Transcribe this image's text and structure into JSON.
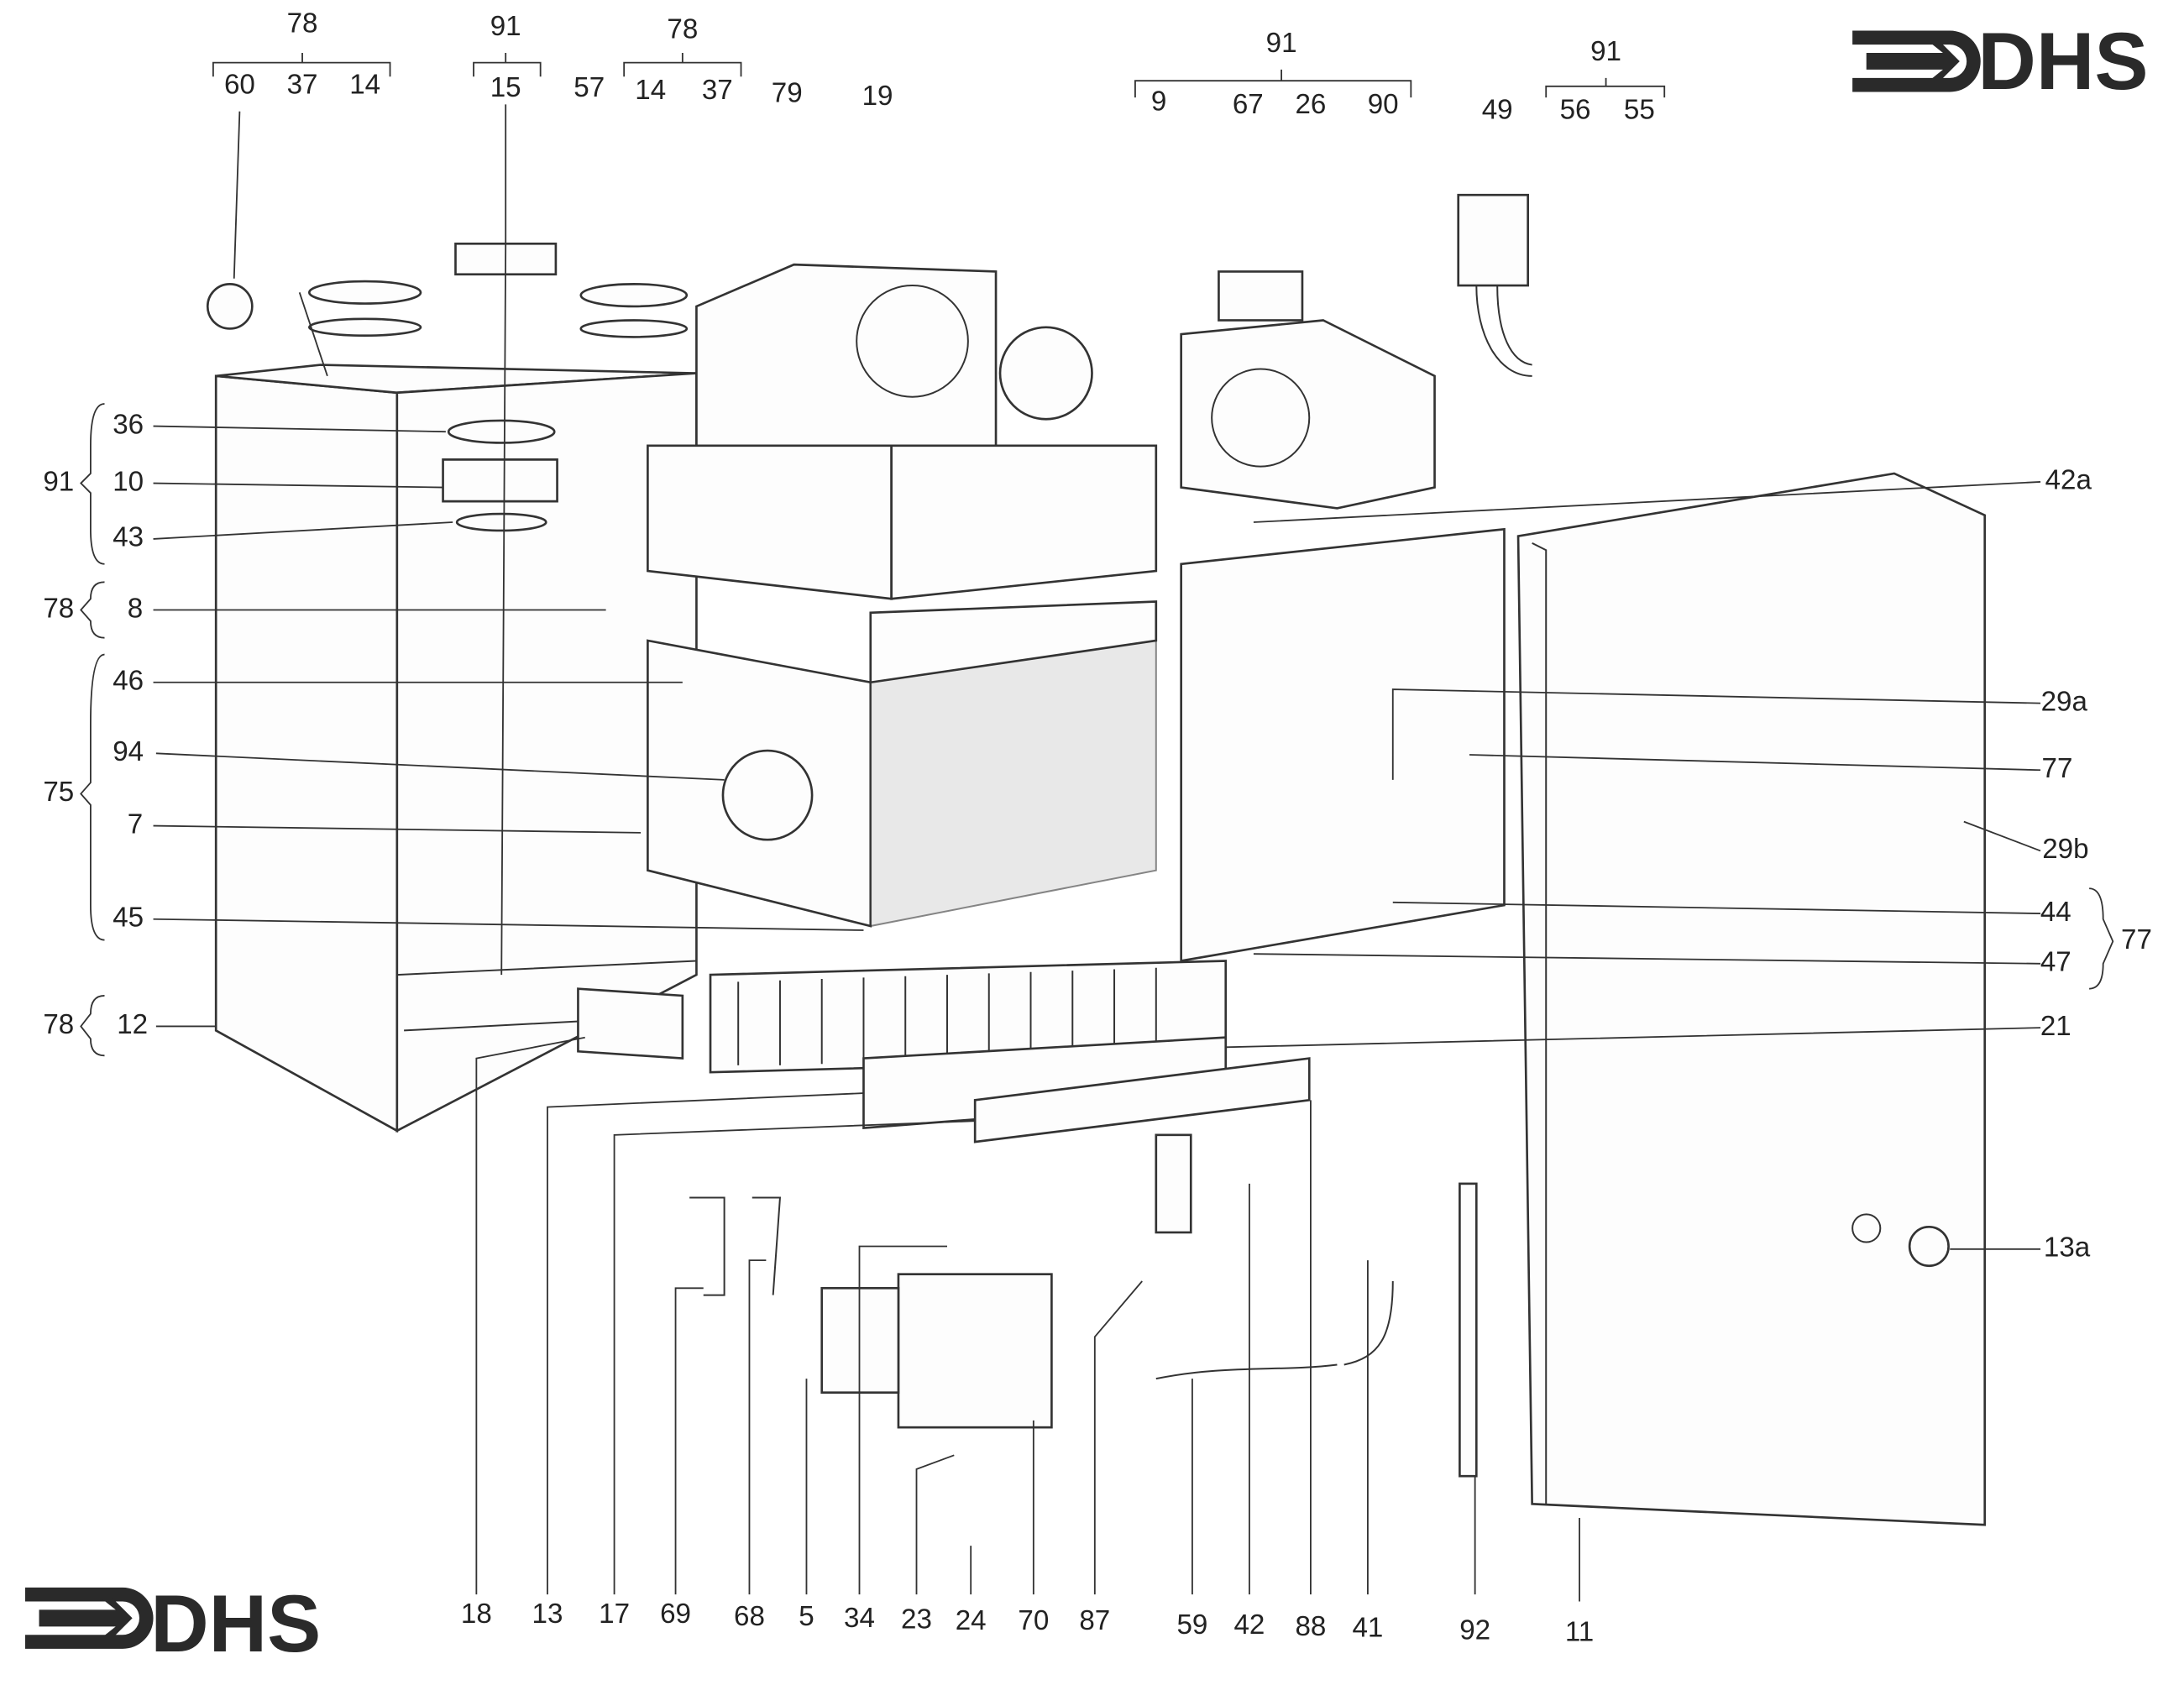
{
  "title": "Boiler exploded parts diagram",
  "logos": [
    {
      "text": "DHS"
    },
    {
      "text": "DHS"
    }
  ],
  "labels": [
    "78",
    "60",
    "37",
    "14",
    "91",
    "15",
    "57",
    "78",
    "14",
    "37",
    "79",
    "19",
    "91",
    "9",
    "67",
    "26",
    "90",
    "49",
    "91",
    "56",
    "55",
    "36",
    "10",
    "43",
    "91",
    "78",
    "8",
    "46",
    "94",
    "7",
    "45",
    "75",
    "78",
    "12",
    "42a",
    "29a",
    "77",
    "29b",
    "44",
    "47",
    "77",
    "21",
    "13a",
    "18",
    "13",
    "17",
    "69",
    "68",
    "5",
    "34",
    "23",
    "24",
    "70",
    "87",
    "59",
    "42",
    "88",
    "41",
    "92",
    "11"
  ]
}
